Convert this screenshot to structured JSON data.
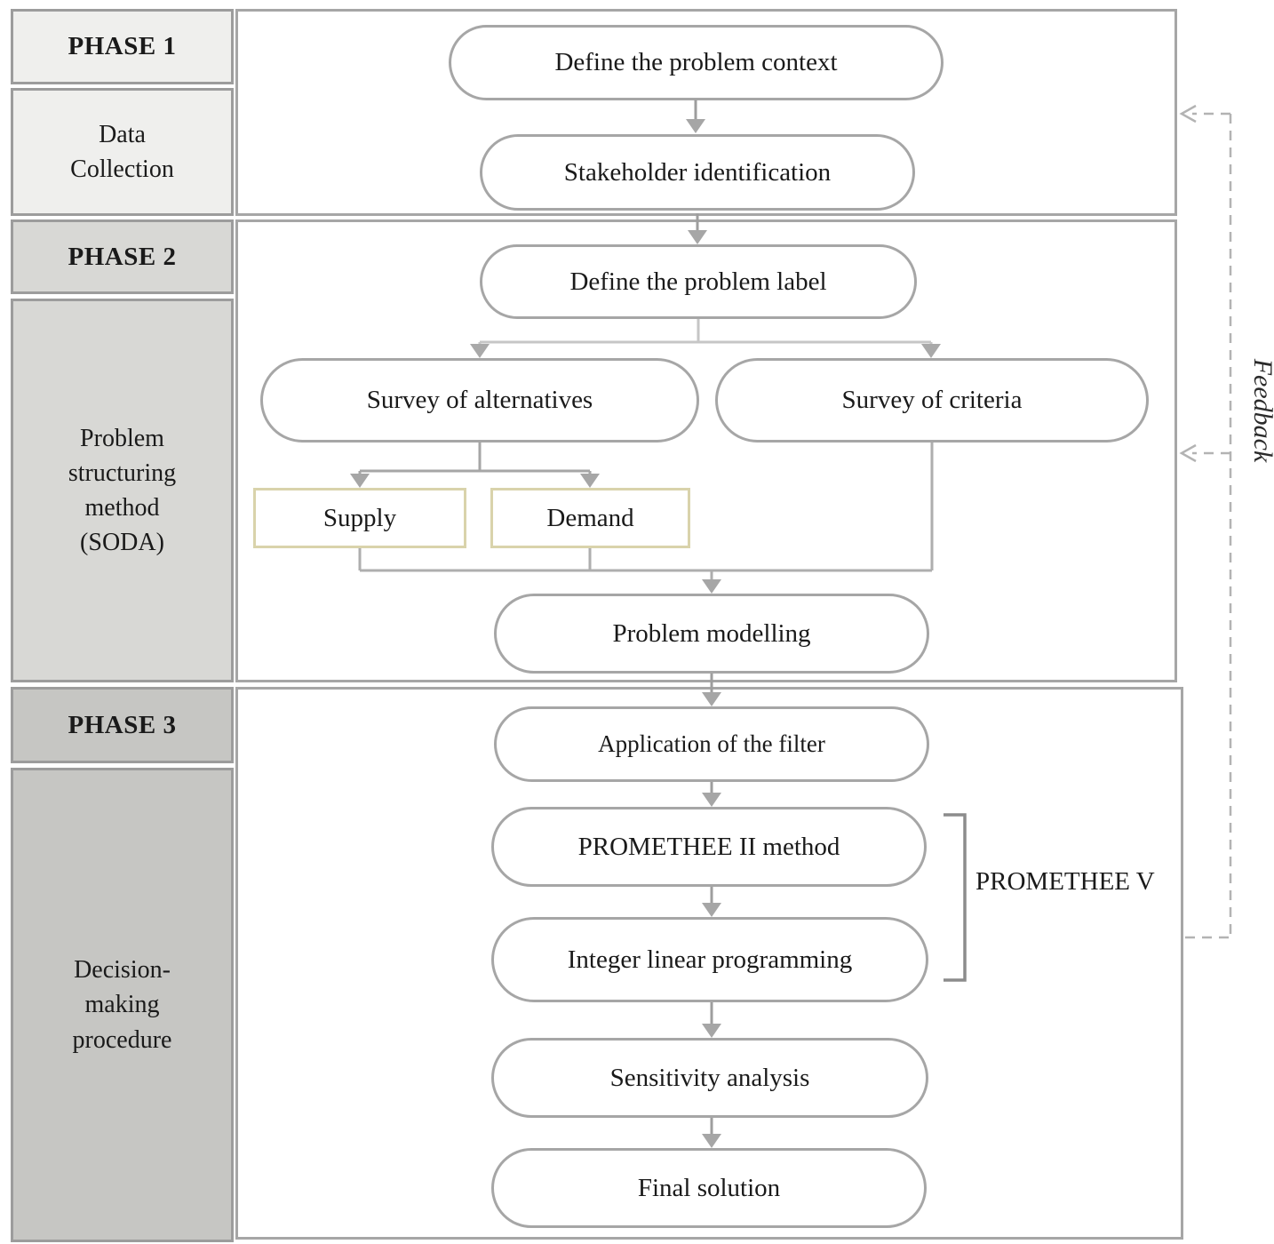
{
  "phases": [
    {
      "header": "PHASE 1",
      "label": "Data\nCollection"
    },
    {
      "header": "PHASE 2",
      "label": "Problem\nstructuring\nmethod\n(SODA)"
    },
    {
      "header": "PHASE 3",
      "label": "Decision-\nmaking\nprocedure"
    }
  ],
  "nodes": {
    "define_context": "Define the problem context",
    "stakeholder": "Stakeholder identification",
    "problem_label": "Define the problem label",
    "survey_alternatives": "Survey of alternatives",
    "survey_criteria": "Survey of criteria",
    "supply": "Supply",
    "demand": "Demand",
    "problem_modelling": "Problem modelling",
    "filter": "Application of the filter",
    "promethee_ii": "PROMETHEE II method",
    "ilp": "Integer linear programming",
    "sensitivity": "Sensitivity analysis",
    "final_solution": "Final solution"
  },
  "annotations": {
    "promethee_v": "PROMETHEE V",
    "feedback": "Feedback"
  },
  "colors": {
    "phase1_fill": "#efefed",
    "phase2_fill": "#d8d8d5",
    "phase3_fill": "#c6c6c3",
    "box_border": "#a6a6a6",
    "arrow": "#9e9e9e",
    "light_connector": "#c6c6c6",
    "supply_demand_border": "#d9d3ab",
    "feedback_dash": "#b3b3b3"
  }
}
